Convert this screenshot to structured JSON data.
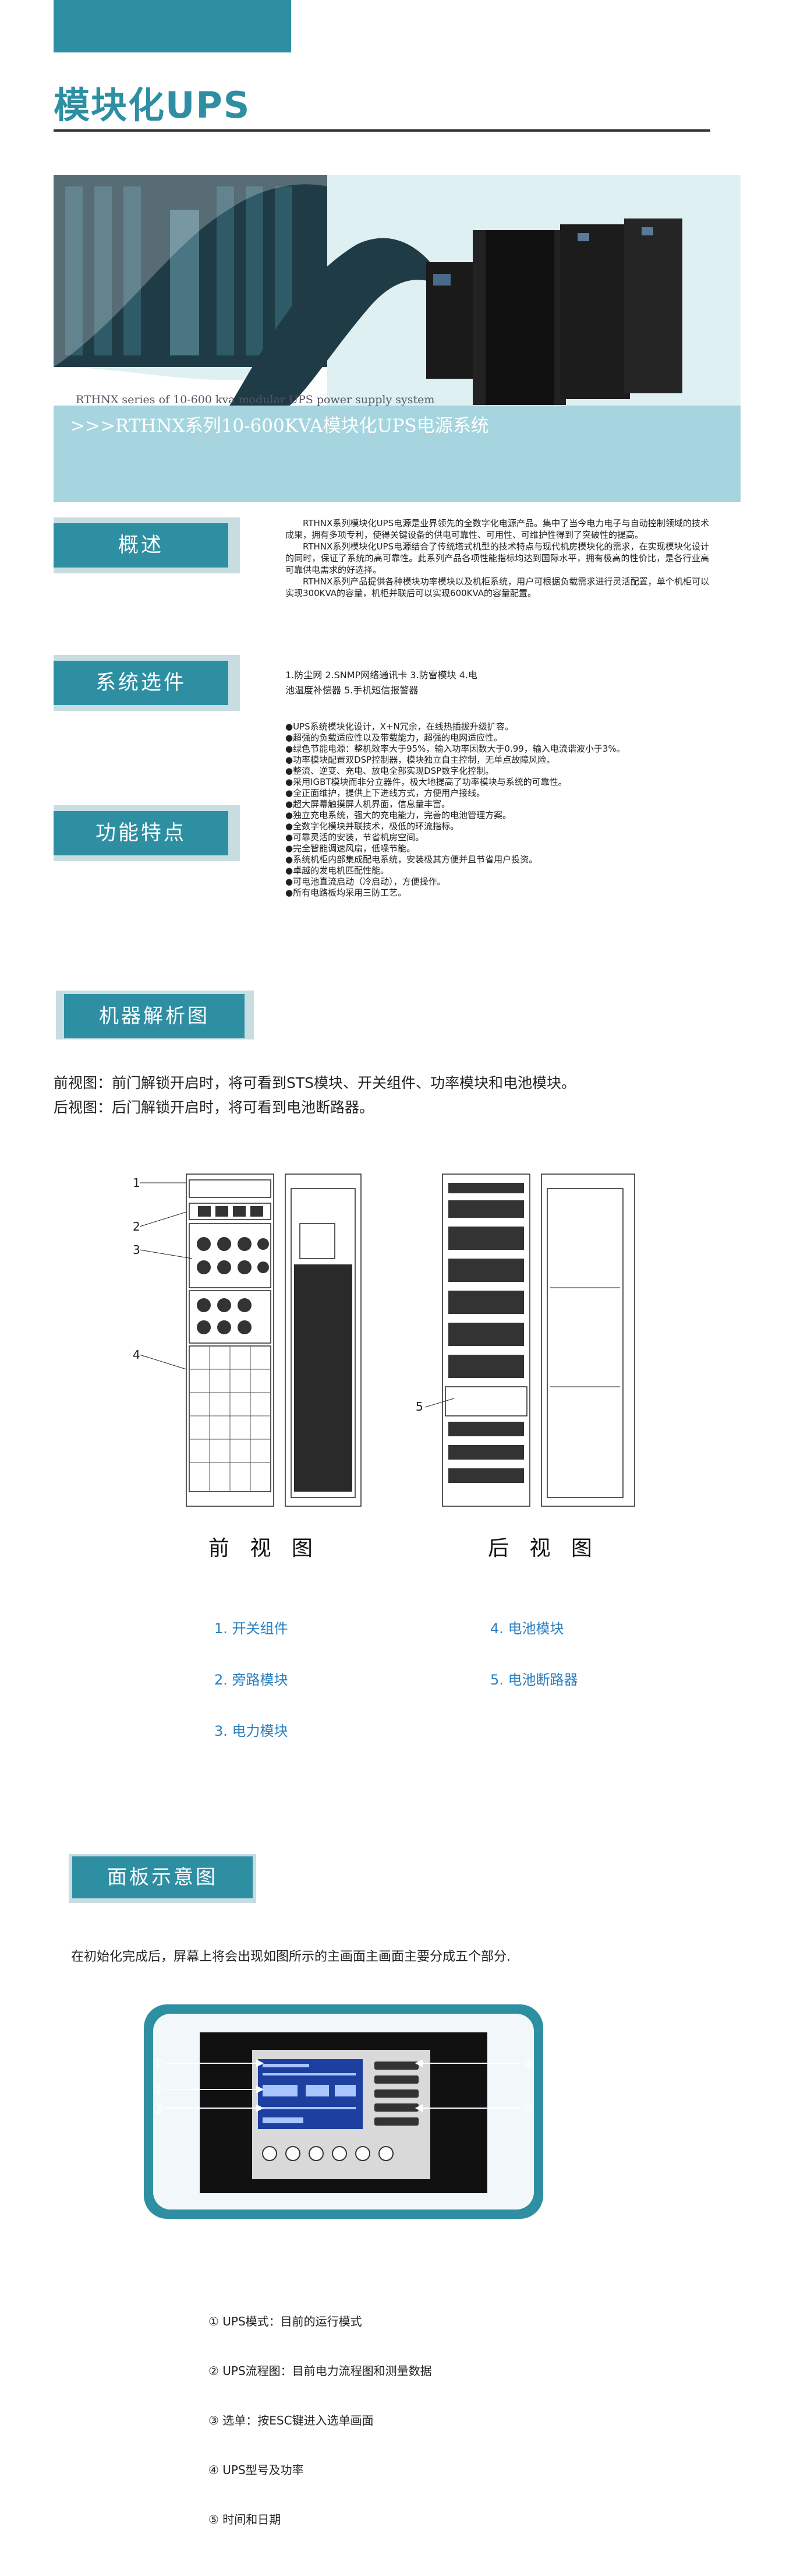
{
  "page": {
    "title": "模块化UPS"
  },
  "banner": {
    "subtitle": "RTHNX series of 10-600 kva modular UPS power supply system",
    "headline": ">>>RTHNX系列10-600KVA模块化UPS电源系统"
  },
  "sections": {
    "overview": {
      "label": "概述",
      "paragraphs": [
        "RTHNX系列模块化UPS电源是业界领先的全数字化电源产品。集中了当今电力电子与自动控制领域的技术成果，拥有多项专利，使得关键设备的供电可靠性、可用性、可维护性得到了突破性的提高。",
        "RTHNX系列模块化UPS电源结合了传统塔式机型的技术特点与现代机房模块化的需求，在实现模块化设计的同时，保证了系统的高可靠性。此系列产品各项性能指标均达到国际水平，拥有极高的性价比，是各行业高可靠供电需求的好选择。",
        "RTHNX系列产品提供各种模块功率模块以及机柜系统，用户可根据负载需求进行灵活配置，单个机柜可以实现300KVA的容量，机柜并联后可以实现600KVA的容量配置。"
      ]
    },
    "options": {
      "label": "系统选件",
      "text": "1.防尘网  2.SNMP网络通讯卡  3.防雷模块  4.电池温度补偿器  5.手机短信报警器"
    },
    "features": {
      "label": "功能特点",
      "items": [
        "●UPS系统模块化设计，X+N冗余，在线热插拔升级扩容。",
        "●超强的负载适应性以及带载能力，超强的电网适应性。",
        "●绿色节能电源：整机效率大于95%，输入功率因数大于0.99，输入电流谐波小于3%。",
        "●功率模块配置双DSP控制器，模块独立自主控制，无单点故障风险。",
        "●整流、逆变、充电、放电全部实现DSP数字化控制。",
        "●采用IGBT模块而非分立器件，极大地提高了功率模块与系统的可靠性。",
        "●全正面维护，提供上下进线方式，方便用户接线。",
        "●超大屏幕触摸屏人机界面，信息量丰富。",
        "●独立充电系统，强大的充电能力，完善的电池管理方案。",
        "●全数字化模块并联技术，极低的环流指标。",
        "●可靠灵活的安装，节省机房空间。",
        "●完全智能调速风扇，低噪节能。",
        "●系统机柜内部集成配电系统，安装极其方便并且节省用户投资。",
        "●卓越的发电机匹配性能。",
        "●可电池直流启动（冷启动），方便操作。",
        "●所有电路板均采用三防工艺。"
      ]
    },
    "analysis": {
      "label": "机器解析图",
      "lines": [
        "前视图：前门解锁开启时，将可看到STS模块、开关组件、功率模块和电池模块。",
        "后视图：后门解锁开启时，将可看到电池断路器。"
      ],
      "front_caption": "前 视 图",
      "rear_caption": "后 视 图",
      "callouts_front": [
        "1",
        "2",
        "3",
        "4"
      ],
      "callouts_rear": [
        "5"
      ],
      "legend": [
        "1. 开关组件",
        "4. 电池模块",
        "2. 旁路模块",
        "5. 电池断路器",
        "3. 电力模块"
      ]
    },
    "panel": {
      "label": "面板示意图",
      "intro": "在初始化完成后，屏幕上将会出现如图所示的主画面主画面主要分成五个部分.",
      "markers": [
        "①",
        "②",
        "③",
        "④",
        "⑤"
      ],
      "descriptions": [
        "① UPS模式：目前的运行模式",
        "② UPS流程图：目前电力流程图和测量数据",
        "③ 选单：按ESC键进入选单画面",
        "④ UPS型号及功率",
        "⑤ 时间和日期"
      ]
    }
  },
  "colors": {
    "accent": "#2e8fa3",
    "accent_light": "#c7dde2",
    "legend_blue": "#2a7fc0"
  }
}
